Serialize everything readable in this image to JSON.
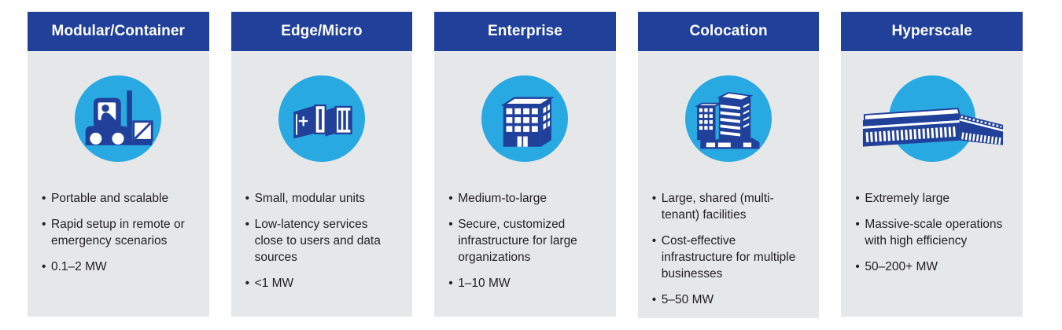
{
  "theme": {
    "header_blue": "#21409a",
    "circle_cyan": "#29a9e1",
    "body_gray": "#e6e7e8",
    "icon_blue": "#21409a",
    "text_dark": "#231f20",
    "background": "#ffffff"
  },
  "cards": [
    {
      "title": "Modular/Container",
      "icon": "forklift-icon",
      "bullets": [
        "Portable and scalable",
        "Rapid setup in remote or emergency scenarios",
        "0.1–2 MW"
      ]
    },
    {
      "title": "Edge/Micro",
      "icon": "container-units-icon",
      "bullets": [
        "Small, modular units",
        "Low-latency services close to users and data sources",
        "<1 MW"
      ]
    },
    {
      "title": "Enterprise",
      "icon": "office-building-icon",
      "bullets": [
        "Medium-to-large",
        "Secure, customized infrastructure for large organizations",
        "1–10 MW"
      ]
    },
    {
      "title": "Colocation",
      "icon": "colocation-buildings-icon",
      "bullets": [
        "Large, shared (multi-tenant) facilities",
        "Cost-effective infrastructure for multiple businesses",
        "5–50 MW"
      ]
    },
    {
      "title": "Hyperscale",
      "icon": "hyperscale-facility-icon",
      "bullets": [
        "Extremely large",
        "Massive-scale operations with high efficiency",
        "50–200+ MW"
      ]
    }
  ]
}
